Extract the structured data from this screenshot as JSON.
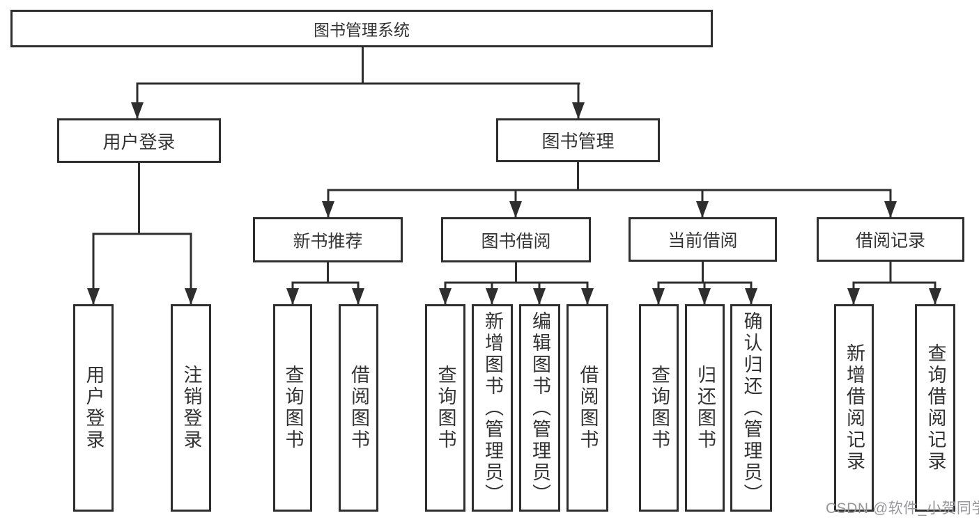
{
  "colors": {
    "line": "#2e2e2e",
    "box_border": "#2e2e2e",
    "text": "#333333",
    "watermark_text": "#97979b",
    "background": "#ffffff"
  },
  "tree": {
    "root": {
      "label": "图书管理系统"
    },
    "branches": [
      {
        "label": "用户登录",
        "children": [
          {
            "label": "用户登录"
          },
          {
            "label": "注销登录"
          }
        ]
      },
      {
        "label": "图书管理",
        "children": [
          {
            "label": "新书推荐",
            "children": [
              {
                "label": "查询图书"
              },
              {
                "label": "借阅图书"
              }
            ]
          },
          {
            "label": "图书借阅",
            "children": [
              {
                "label": "查询图书"
              },
              {
                "label": "新增图书（管理员）"
              },
              {
                "label": "编辑图书（管理员）"
              },
              {
                "label": "借阅图书"
              }
            ]
          },
          {
            "label": "当前借阅",
            "children": [
              {
                "label": "查询图书"
              },
              {
                "label": "归还图书"
              },
              {
                "label": "确认归还（管理员）"
              }
            ]
          },
          {
            "label": "借阅记录",
            "children": [
              {
                "label": "新增借阅记录"
              },
              {
                "label": "查询借阅记录"
              }
            ]
          }
        ]
      }
    ]
  },
  "watermark": "CSDN @软件_小贺同学"
}
